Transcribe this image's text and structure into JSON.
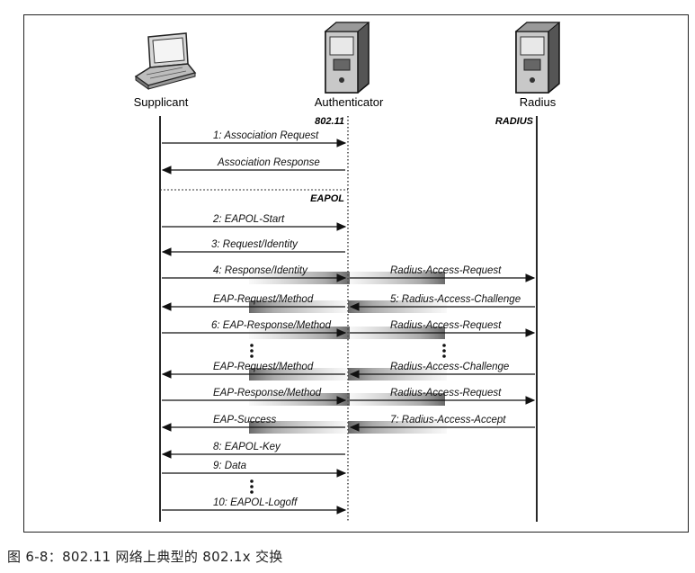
{
  "entities": {
    "supplicant": "Supplicant",
    "authenticator": "Authenticator",
    "radius": "Radius"
  },
  "protocol_labels": {
    "wireless": "802.11",
    "radius": "RADIUS",
    "eapol": "EAPOL"
  },
  "messages": {
    "m1": "1: Association Request",
    "m2": "Association Response",
    "m3": "2: EAPOL-Start",
    "m4": "3: Request/Identity",
    "m5": "4: Response/Identity",
    "m6": "Radius-Access-Request",
    "m7": "EAP-Request/Method",
    "m8": "5: Radius-Access-Challenge",
    "m9": "6: EAP-Response/Method",
    "m10": "Radius-Access-Request",
    "m11": "EAP-Request/Method",
    "m12": "Radius-Access-Challenge",
    "m13": "EAP-Response/Method",
    "m14": "Radius-Access-Request",
    "m15": "EAP-Success",
    "m16": "7: Radius-Access-Accept",
    "m17": "8: EAPOL-Key",
    "m18": "9: Data",
    "m19": "10: EAPOL-Logoff"
  },
  "caption": "图 6-8：802.11 网络上典型的 802.1x 交换"
}
